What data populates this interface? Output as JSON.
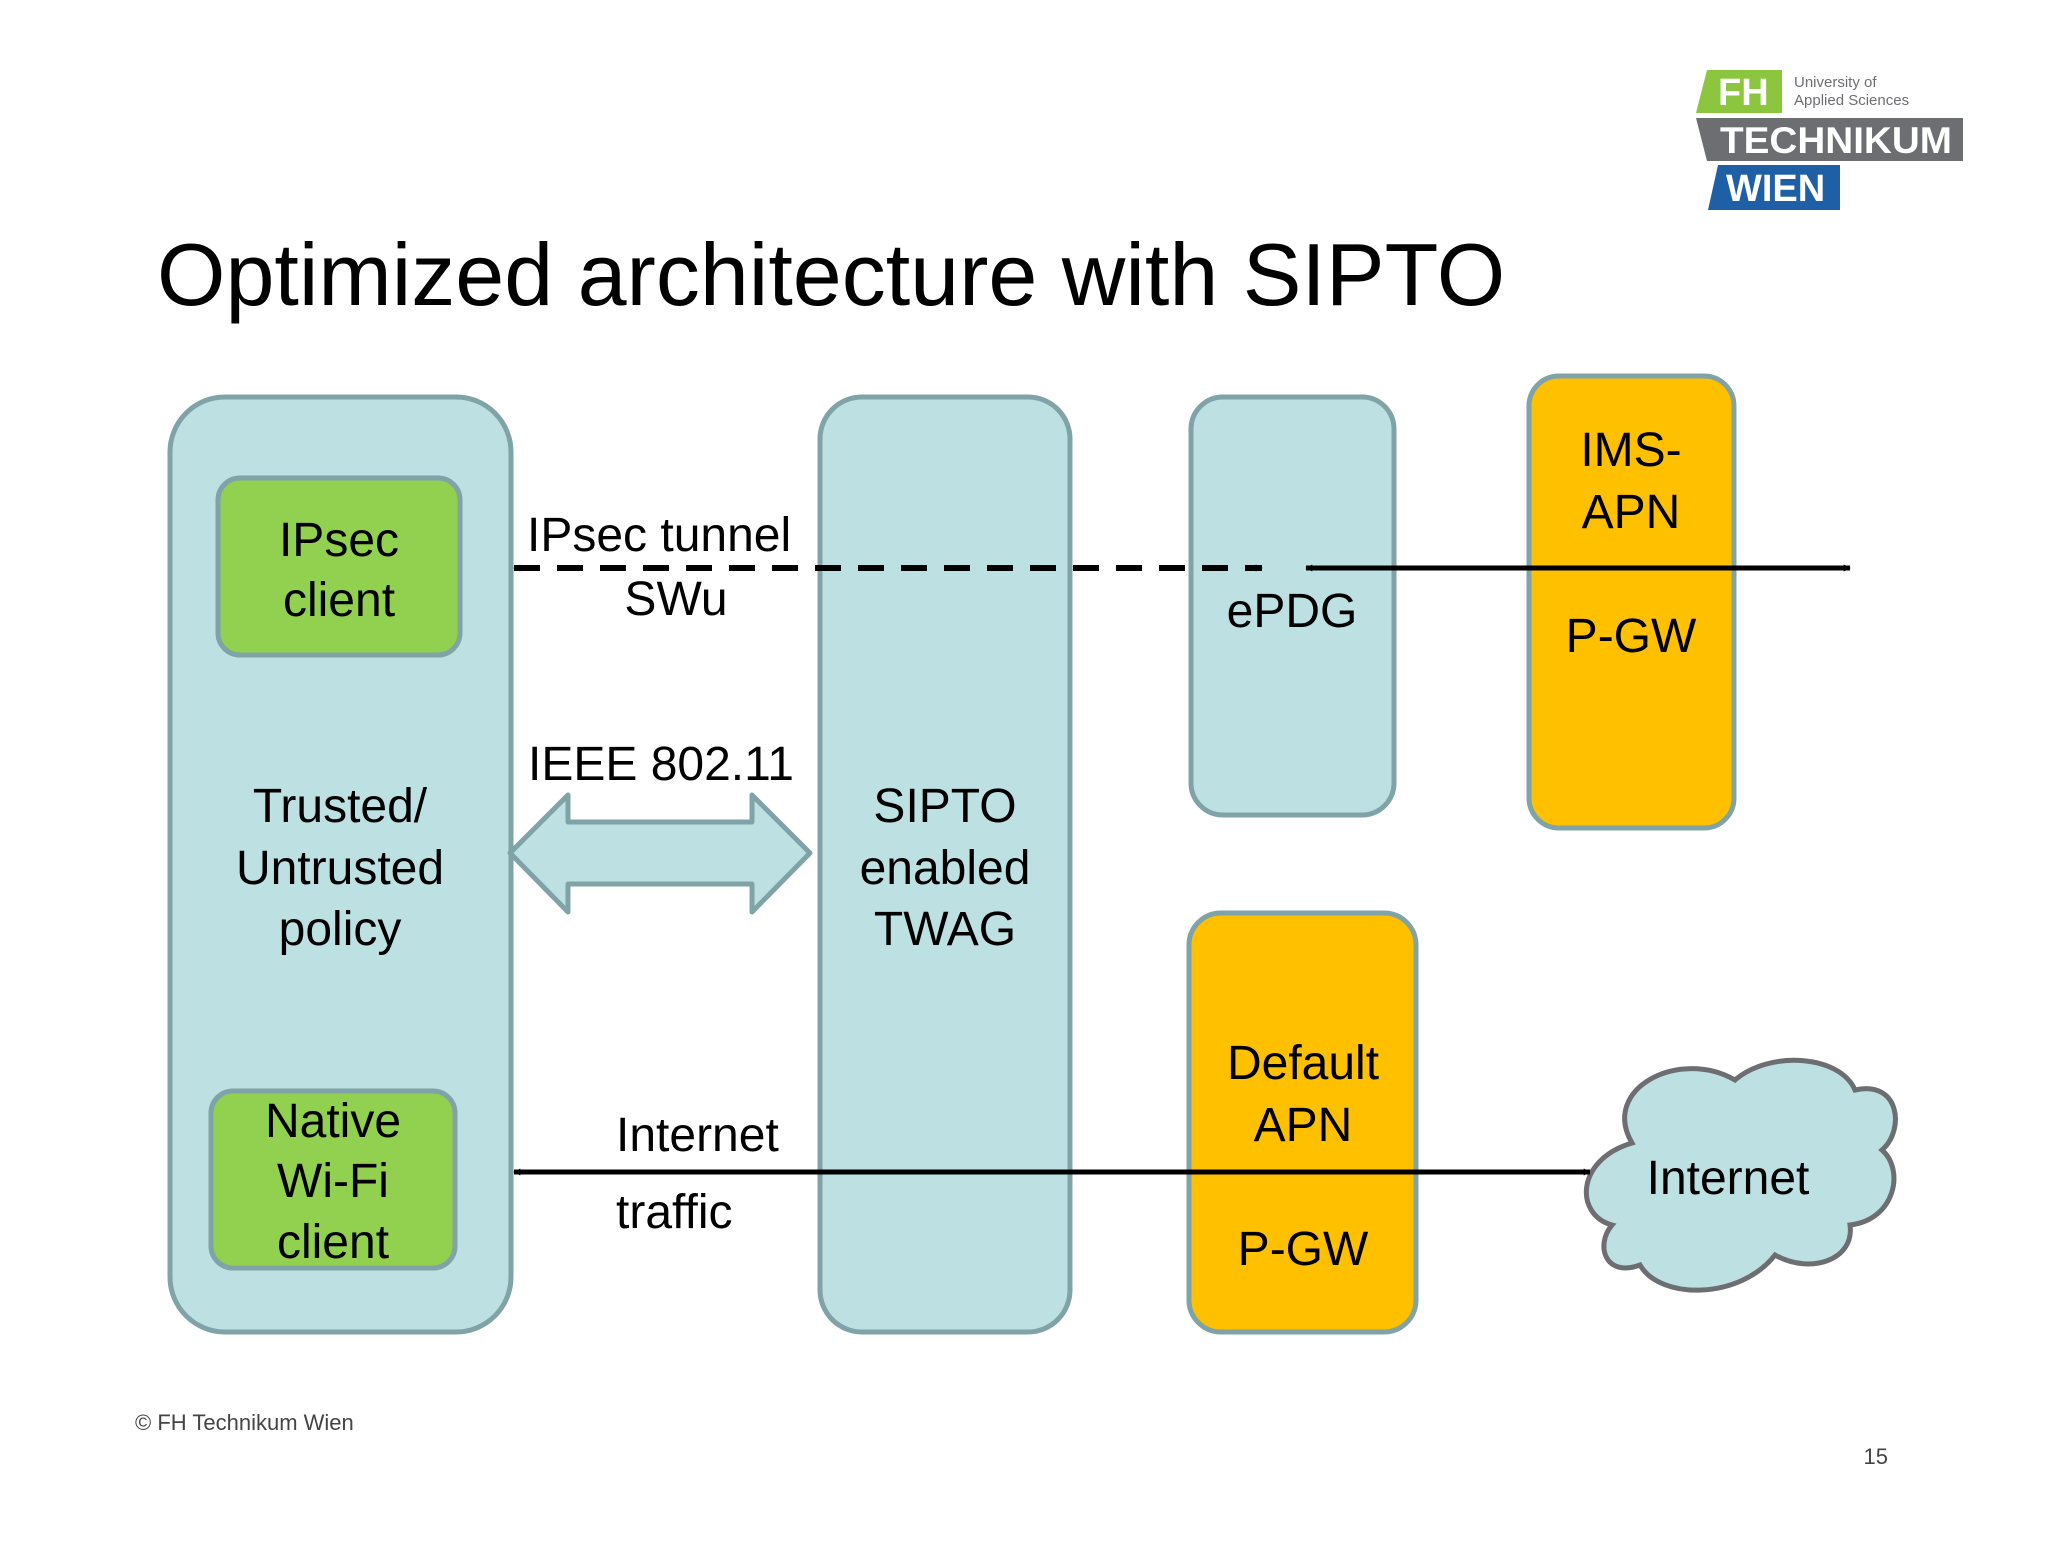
{
  "slide": {
    "title": "Optimized architecture with SIPTO",
    "footer": "© FH Technikum Wien",
    "page_number": "15"
  },
  "logo": {
    "fh": "FH",
    "univ_line1": "University of",
    "univ_line2": "Applied Sciences",
    "technikum": "TECHNIKUM",
    "wien": "WIEN",
    "colors": {
      "green": "#8cc63f",
      "gray": "#6d6e71",
      "blue": "#1f5fa6"
    }
  },
  "diagram": {
    "ue": {
      "policy_lines": [
        "Trusted/",
        "Untrusted",
        "policy"
      ],
      "ipsec_client_lines": [
        "IPsec",
        "client"
      ],
      "native_client_lines": [
        "Native",
        "Wi-Fi",
        "client"
      ]
    },
    "twag": {
      "lines": [
        "SIPTO",
        "enabled",
        "TWAG"
      ]
    },
    "epdg": {
      "label": "ePDG"
    },
    "ims_pgw": {
      "apn_lines": [
        "IMS-",
        "APN"
      ],
      "pgw": "P-GW"
    },
    "default_pgw": {
      "apn_lines": [
        "Default",
        "APN"
      ],
      "pgw": "P-GW"
    },
    "internet_cloud": {
      "label": "Internet"
    },
    "links": {
      "ipsec_tunnel": "IPsec tunnel",
      "swu": "SWu",
      "ieee": "IEEE 802.11",
      "internet_traffic_line1": "Internet",
      "internet_traffic_line2": "traffic"
    },
    "colors": {
      "light_blue": "#bde0e2",
      "box_border": "#7fa3a6",
      "green": "#92d050",
      "orange": "#ffc000"
    }
  }
}
